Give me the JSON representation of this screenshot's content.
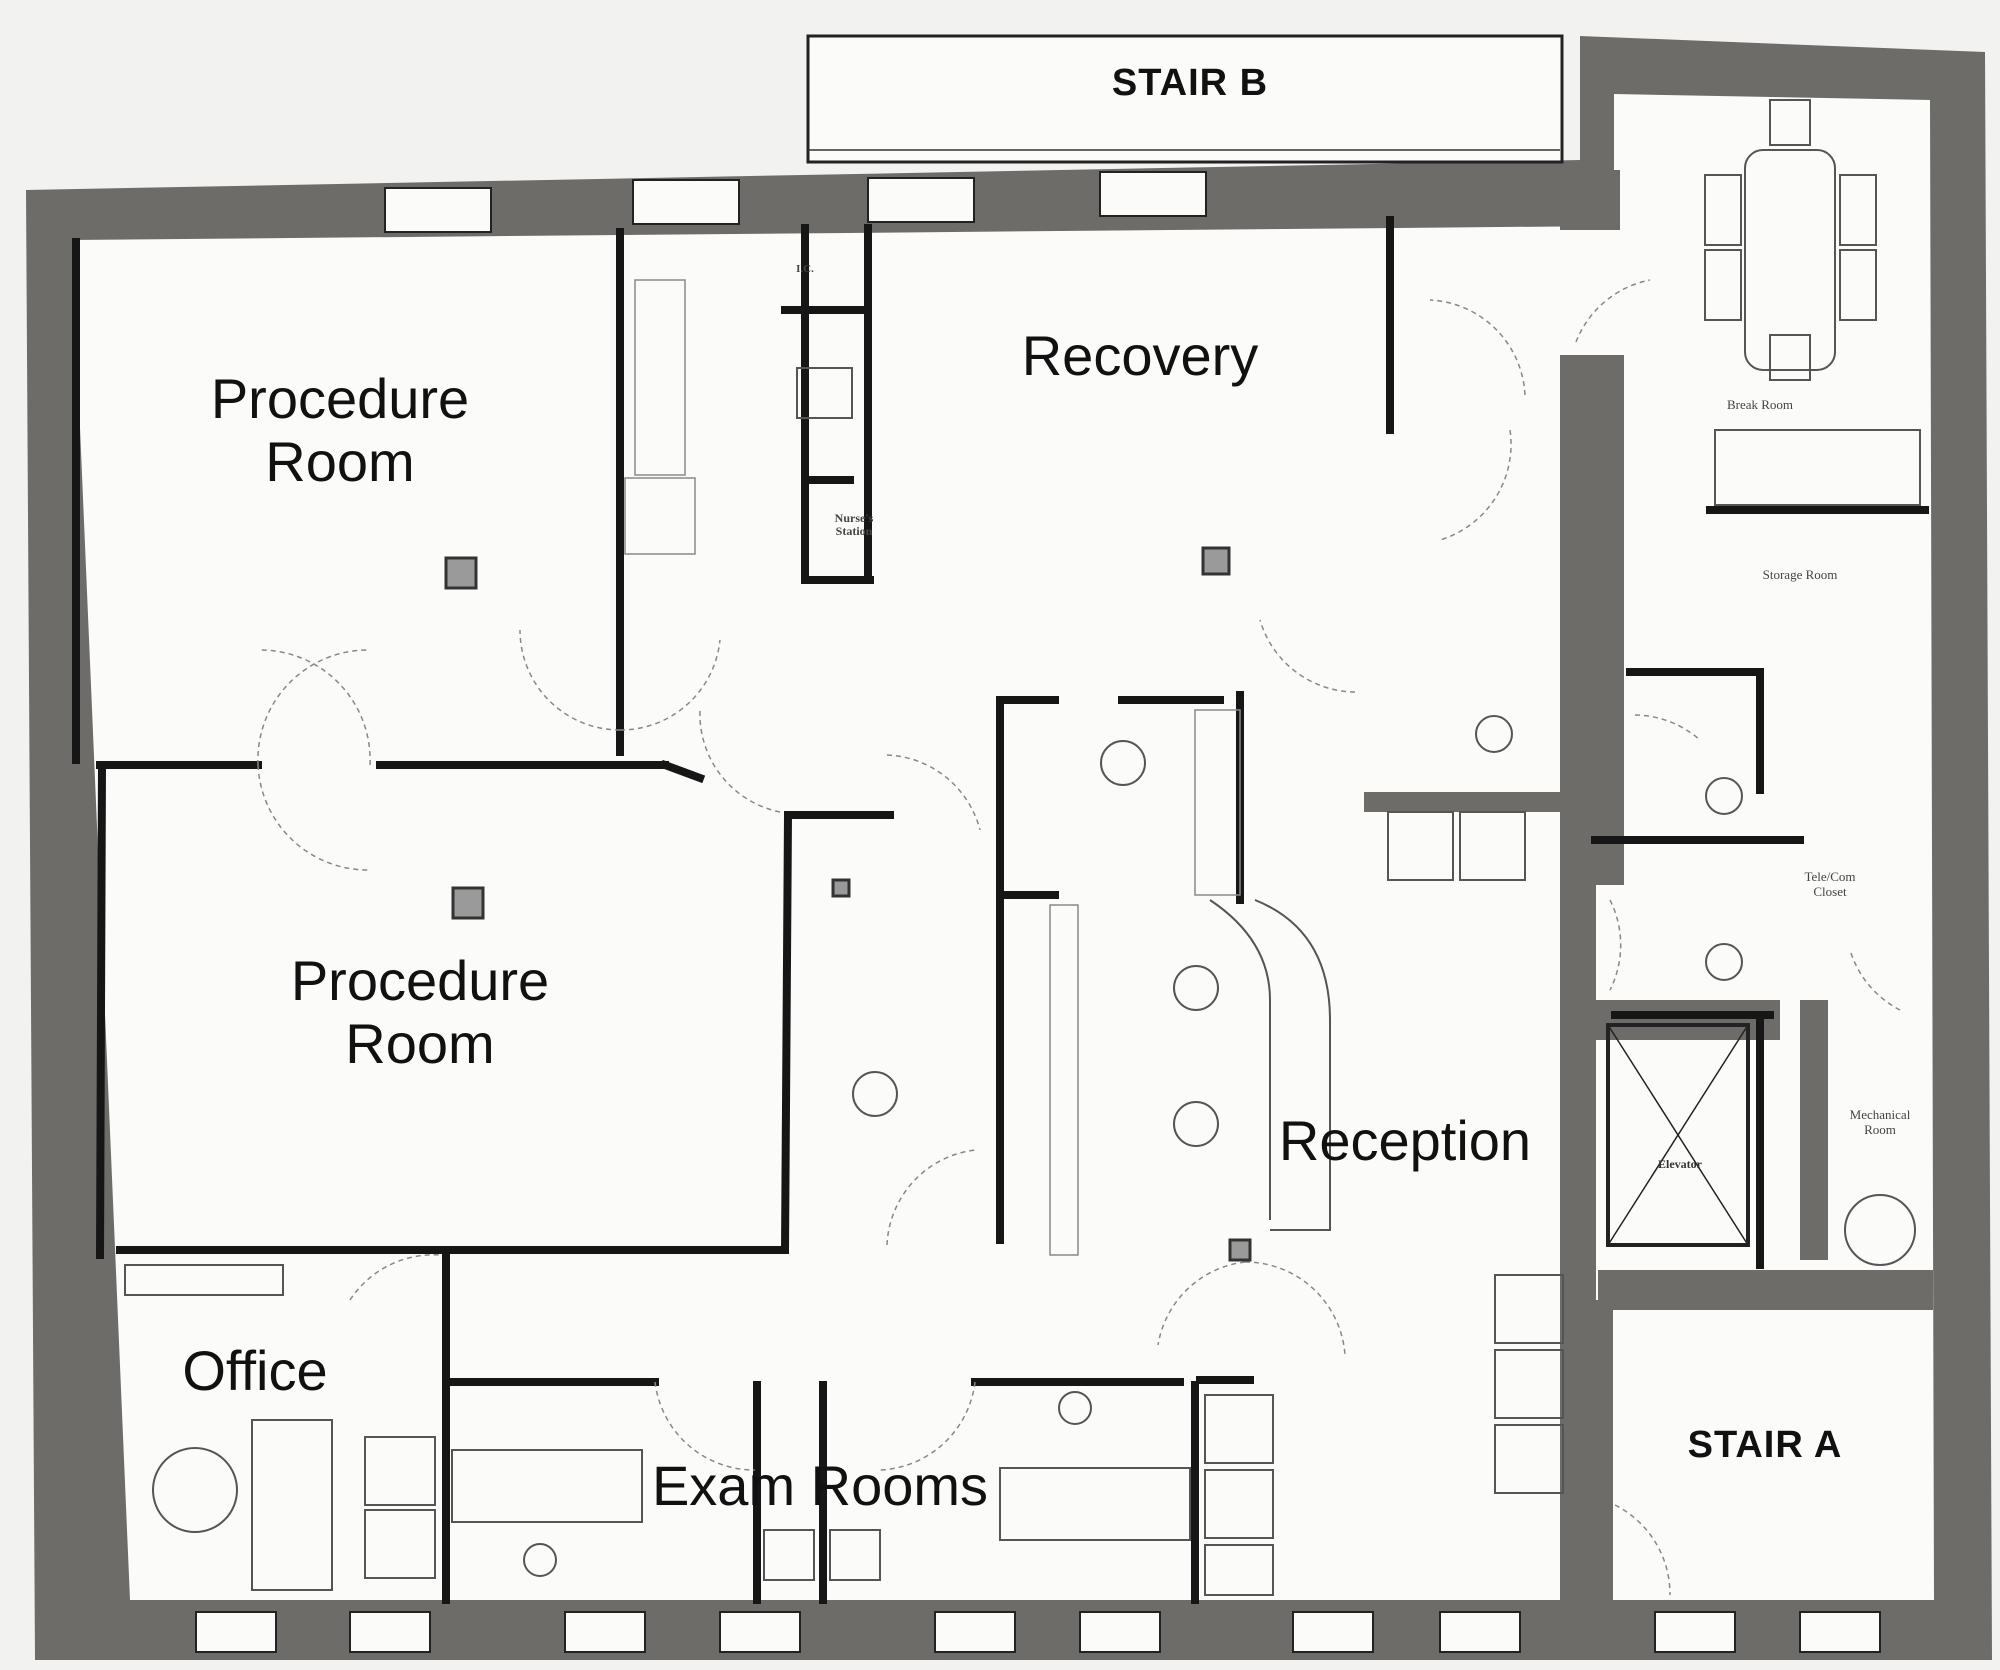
{
  "rooms": {
    "stair_b": "STAIR B",
    "stair_a": "STAIR A",
    "procedure_room_1": [
      "Procedure",
      "Room"
    ],
    "procedure_room_2": [
      "Procedure",
      "Room"
    ],
    "recovery": "Recovery",
    "reception": "Reception",
    "office": "Office",
    "exam_rooms": "Exam Rooms",
    "elevator": "Elevator",
    "break_room": "Break Room",
    "storage_room": "Storage Room",
    "tele_com_closet": [
      "Tele/Com",
      "Closet"
    ],
    "mechanical_room": [
      "Mechanical",
      "Room"
    ],
    "nurses_station": [
      "Nurse's",
      "Station"
    ],
    "ic": "I.C."
  },
  "colors": {
    "wall": "#6d6c68",
    "wall_dark": "#5a5955",
    "partition": "#161616",
    "floor": "#fbfbfa",
    "background": "#f2f2f0",
    "fixture_line": "#7a7a7a"
  }
}
